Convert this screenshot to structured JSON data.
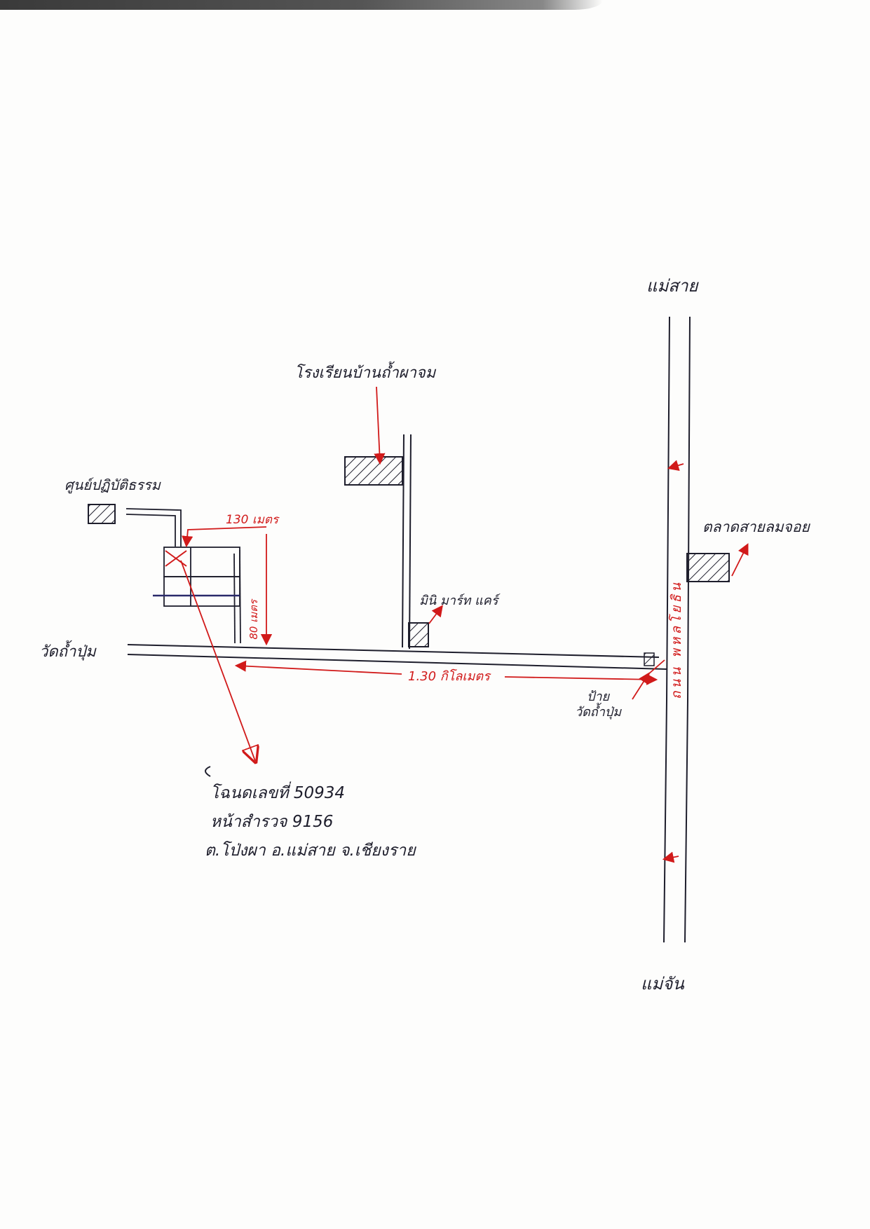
{
  "labels": {
    "north_road": "แม่สาย",
    "south_road": "แม่จัน",
    "school": "โรงเรียนบ้านถ้ำผาจม",
    "practice_center": "ศูนย์ปฏิบัติธรรม",
    "distance_130m": "130 เมตร",
    "distance_80m": "80 เมตร",
    "wat_tham_pum_left": "วัดถ้ำปุ่ม",
    "mini_mart": "มินิ มาร์ท แคร์",
    "market": "ตลาดสายลมจอย",
    "highway": "ถนน พหลโยธิน",
    "distance_130km": "1.30 กิโลเมตร",
    "wat_tham_pum_sign": "ป้าย\nวัดถ้ำปุ่ม",
    "address_line1": "โฉนดเลขที่ 50934",
    "address_line2": "หน้าสำรวจ 9156",
    "address_line3": "ต.โป่งผา อ.แม่สาย จ.เชียงราย"
  },
  "colors": {
    "ink": "#1e1e2c",
    "red": "#d11a1a"
  }
}
